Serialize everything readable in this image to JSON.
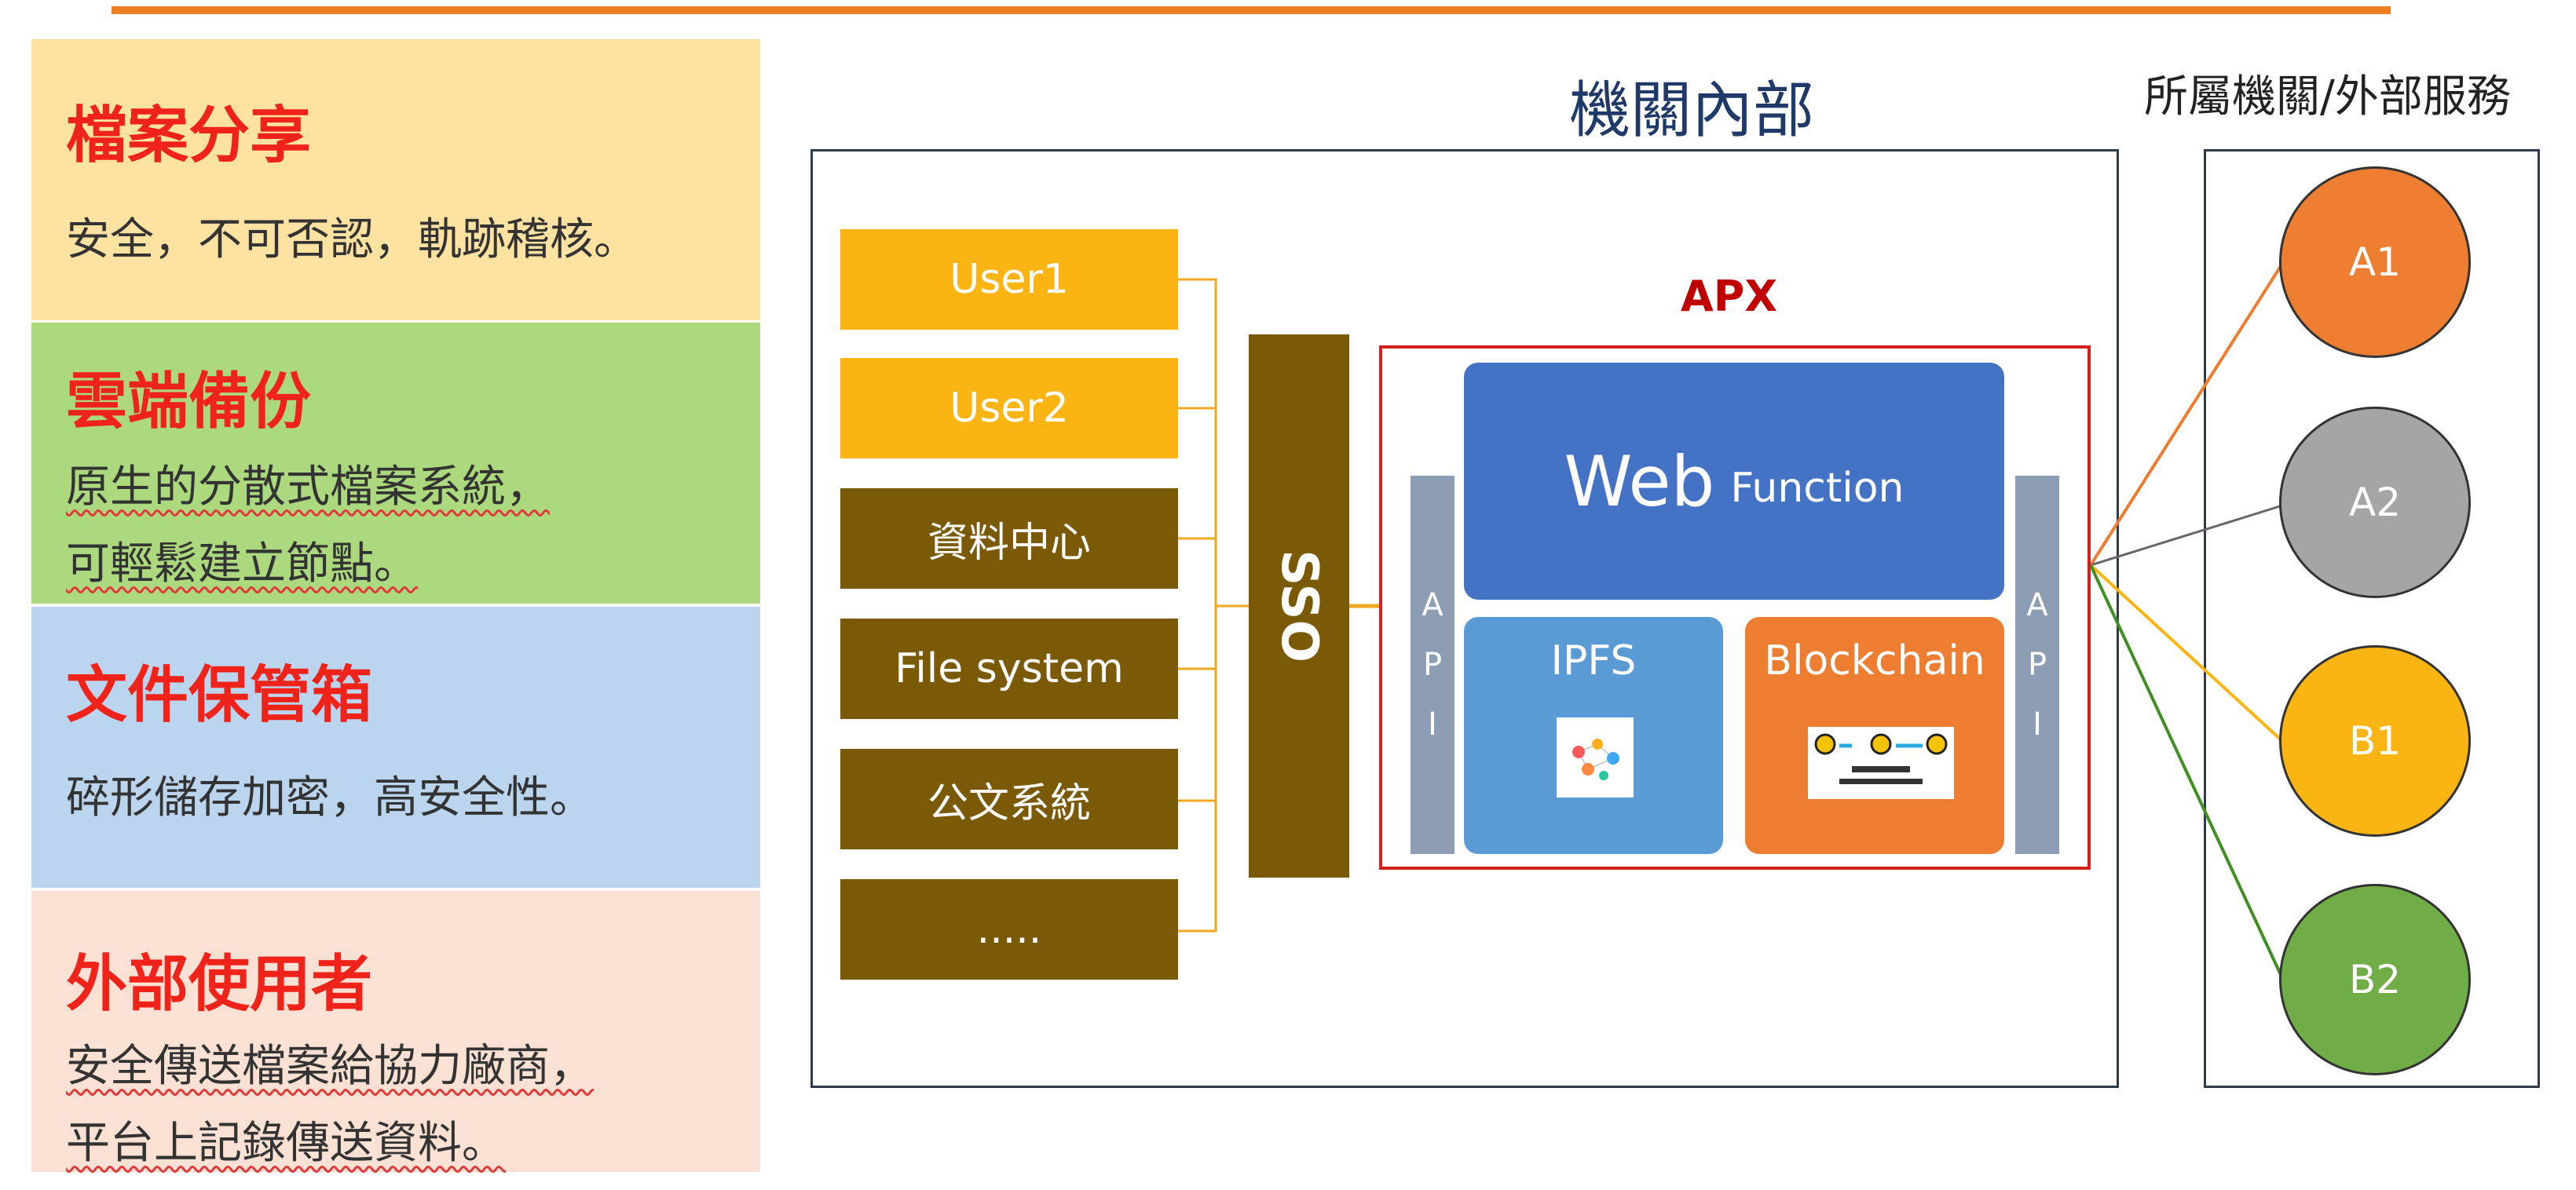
{
  "panels": [
    {
      "title": "檔案分享",
      "lines": [
        "安全，不可否認，軌跡稽核。"
      ],
      "color": "#fde2a1"
    },
    {
      "title": "雲端備份",
      "lines": [
        "原生的分散式檔案系統，",
        "可輕鬆建立節點。"
      ],
      "color": "#acd87e"
    },
    {
      "title": "文件保管箱",
      "lines": [
        "碎形儲存加密，高安全性。"
      ],
      "color": "#bcd5ee"
    },
    {
      "title": "外部使用者",
      "lines": [
        "安全傳送檔案給協力廠商，",
        "平台上記錄傳送資料。"
      ],
      "color": "#fbe1d3"
    }
  ],
  "diagram": {
    "inner_title": "機關內部",
    "outer_title": "所屬機關/外部服務",
    "sources": [
      "User1",
      "User2",
      "資料中心",
      "File system",
      "公文系統",
      "....."
    ],
    "sso": "SSO",
    "apx": "APX",
    "api_letters": [
      "A",
      "P",
      "I"
    ],
    "web": {
      "big": "Web",
      "small": "Function"
    },
    "ipfs": "IPFS",
    "blockchain": "Blockchain",
    "nodes": [
      {
        "label": "A1",
        "color": "#ed7d31"
      },
      {
        "label": "A2",
        "color": "#a5a5a5"
      },
      {
        "label": "B1",
        "color": "#fbb512"
      },
      {
        "label": "B2",
        "color": "#70ad47"
      }
    ]
  }
}
